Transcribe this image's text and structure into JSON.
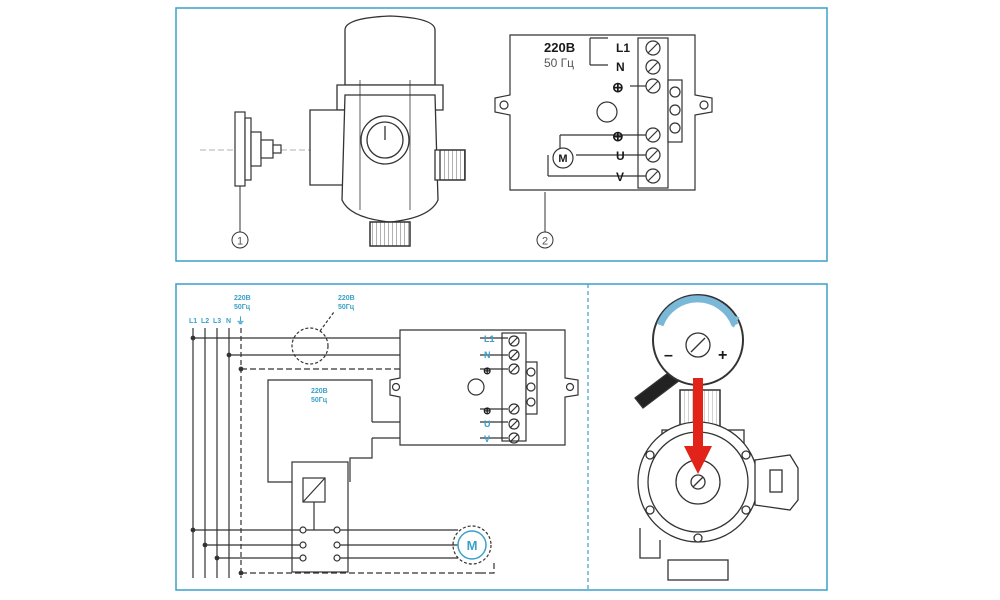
{
  "panel_top_left": {
    "callout_1": "1",
    "callout_2": "2"
  },
  "terminal_box": {
    "voltage": "220В",
    "frequency": "50 Гц",
    "terminals": [
      "L1",
      "N",
      "U",
      "V"
    ],
    "ground_symbol": "⊕",
    "motor_symbol": "M"
  },
  "wiring": {
    "mains_labels": [
      "L1",
      "L2",
      "L3",
      "N",
      "⏚"
    ],
    "mains_voltage": "220В",
    "mains_frequency": "50Гц",
    "dashed_voltage": "220В",
    "dashed_frequency": "50Гц",
    "loop_voltage": "220В",
    "loop_frequency": "50Гц",
    "terminals": [
      "L1",
      "N",
      "U",
      "V"
    ],
    "ground_symbol": "⊕",
    "motor_symbol": "M"
  },
  "adjust": {
    "minus": "–",
    "plus": "+"
  },
  "colors": {
    "frame": "#3aa0c8",
    "line": "#333333",
    "arrow": "#e2231a"
  }
}
